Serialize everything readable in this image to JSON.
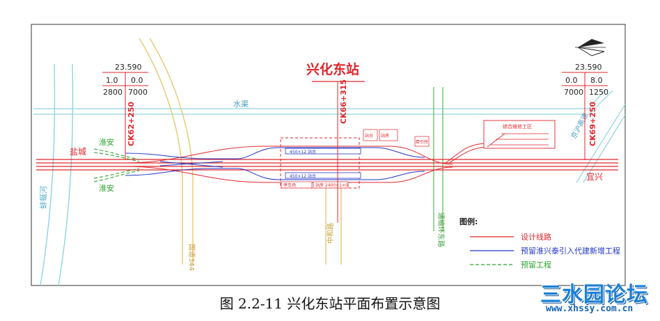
{
  "caption": "图 2.2-11  兴化东站平面布置示意图",
  "watermark": {
    "title": "三水园论坛",
    "url": "www.xhssy.com.cn"
  },
  "station": {
    "name": "兴化东站",
    "center_chainage": "CK66+315",
    "west_chainage": "CK62+250",
    "east_chainage": "CK69+250"
  },
  "profile_left": {
    "elevation": "23.590",
    "grade_a": "1.0",
    "grade_b": "0.0",
    "length_a": "2800",
    "length_b": "7000"
  },
  "profile_right": {
    "elevation": "23.590",
    "grade_a": "0.0",
    "grade_b": "8.0",
    "length_a": "7000",
    "length_b": "1250"
  },
  "places": {
    "yancheng": "盐城",
    "huaian_top": "淮安",
    "huaian_bottom": "淮安",
    "yixing": "宜兴",
    "river": "蚌蜒河",
    "canal": "水渠",
    "road_g344": "国道344",
    "road_zhonghe": "中和路",
    "road_ring": "通榆环东路",
    "expressway": "京沪高速"
  },
  "boxes": {
    "maintenance": "综合维修工区",
    "platform_a": "站台",
    "platform_b": "站房",
    "substation": "牵引所",
    "platform_top": "450×12 站台",
    "platform_bottom": "450×12 站台",
    "bottom_left": "停车场",
    "bottom_right": "站房 2400×1×0"
  },
  "legend": {
    "title": "图例:",
    "items": [
      {
        "label": "设计线路",
        "color": "#e0262b",
        "style": "solid"
      },
      {
        "label": "预留淮兴泰引入代建新增工程",
        "color": "#2236c8",
        "style": "solid"
      },
      {
        "label": "预留工程",
        "color": "#2aa52a",
        "style": "dashed"
      }
    ]
  },
  "colors": {
    "design_line": "#e0262b",
    "reserved_blue": "#2236c8",
    "reserved_green": "#2aa52a",
    "canal": "#8fd3e0",
    "road_yellow": "#e8c870",
    "road_green": "#6cc46c"
  },
  "icons": {
    "north_arrow": "north-arrow-icon"
  }
}
